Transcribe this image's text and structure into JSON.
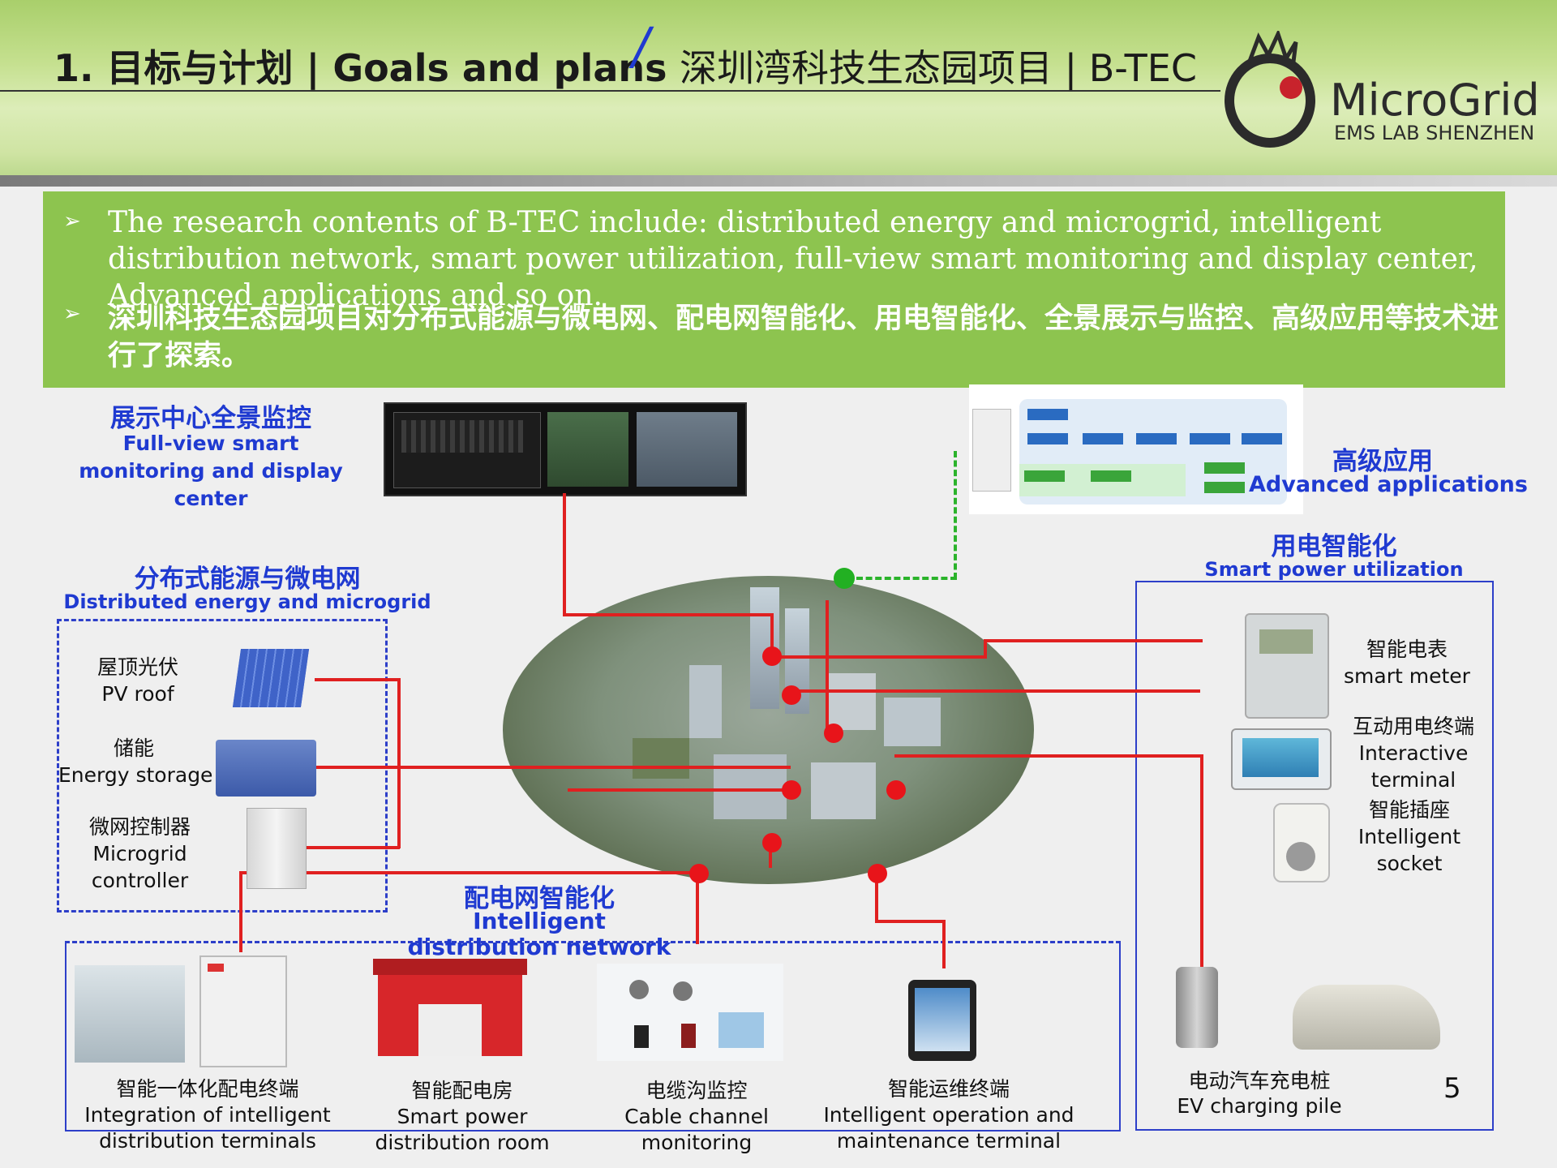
{
  "header": {
    "title_left": "1. 目标与计划 | Goals and plans",
    "slash": "/",
    "title_right": "深圳湾科技生态园项目 | B-TEC",
    "logo": {
      "main": "MicroGrid",
      "sub": "EMS LAB SHENZHEN"
    }
  },
  "banner": {
    "bullet_icon": "arrow-bullet",
    "items": [
      "The research contents of B-TEC include: distributed energy and microgrid, intelligent distribution network, smart power utilization, full-view smart monitoring and display center, Advanced applications and so on.",
      "深圳科技生态园项目对分布式能源与微电网、配电网智能化、用电智能化、全景展示与监控、高级应用等技术进行了探索。"
    ]
  },
  "sections": {
    "monitoring": {
      "zh": "展示中心全景监控",
      "en": "Full-view smart monitoring and display center"
    },
    "advanced": {
      "zh": "高级应用",
      "en": "Advanced applications"
    },
    "smart_power": {
      "zh": "用电智能化",
      "en": "Smart power utilization"
    },
    "distributed": {
      "zh": "分布式能源与微电网",
      "en": "Distributed energy and microgrid"
    },
    "distribution": {
      "zh": "配电网智能化",
      "en": "Intelligent distribution network"
    }
  },
  "distributed_items": [
    {
      "zh": "屋顶光伏",
      "en": "PV roof"
    },
    {
      "zh": "储能",
      "en": "Energy storage"
    },
    {
      "zh": "微网控制器",
      "en": "Microgrid controller"
    }
  ],
  "smart_items": [
    {
      "zh": "智能电表",
      "en": "smart meter"
    },
    {
      "zh": "互动用电终端",
      "en": "Interactive terminal"
    },
    {
      "zh": "智能插座",
      "en": "Intelligent socket"
    }
  ],
  "ev": {
    "zh": "电动汽车充电桩",
    "en": "EV charging pile"
  },
  "bottom_items": [
    {
      "zh": "智能一体化配电终端",
      "en1": "Integration of intelligent",
      "en2": "distribution terminals"
    },
    {
      "zh": "智能配电房",
      "en1": "Smart power",
      "en2": "distribution room"
    },
    {
      "zh": "电缆沟监控",
      "en1": "Cable channel",
      "en2": "monitoring"
    },
    {
      "zh": "智能运维终端",
      "en1": "Intelligent operation and",
      "en2": "maintenance terminal"
    }
  ],
  "page_number": "5",
  "colors": {
    "accent_green": "#8dc44f",
    "heading_blue": "#1f3ad1",
    "line_red": "#e02020",
    "dashed_green": "#2bb32b"
  }
}
